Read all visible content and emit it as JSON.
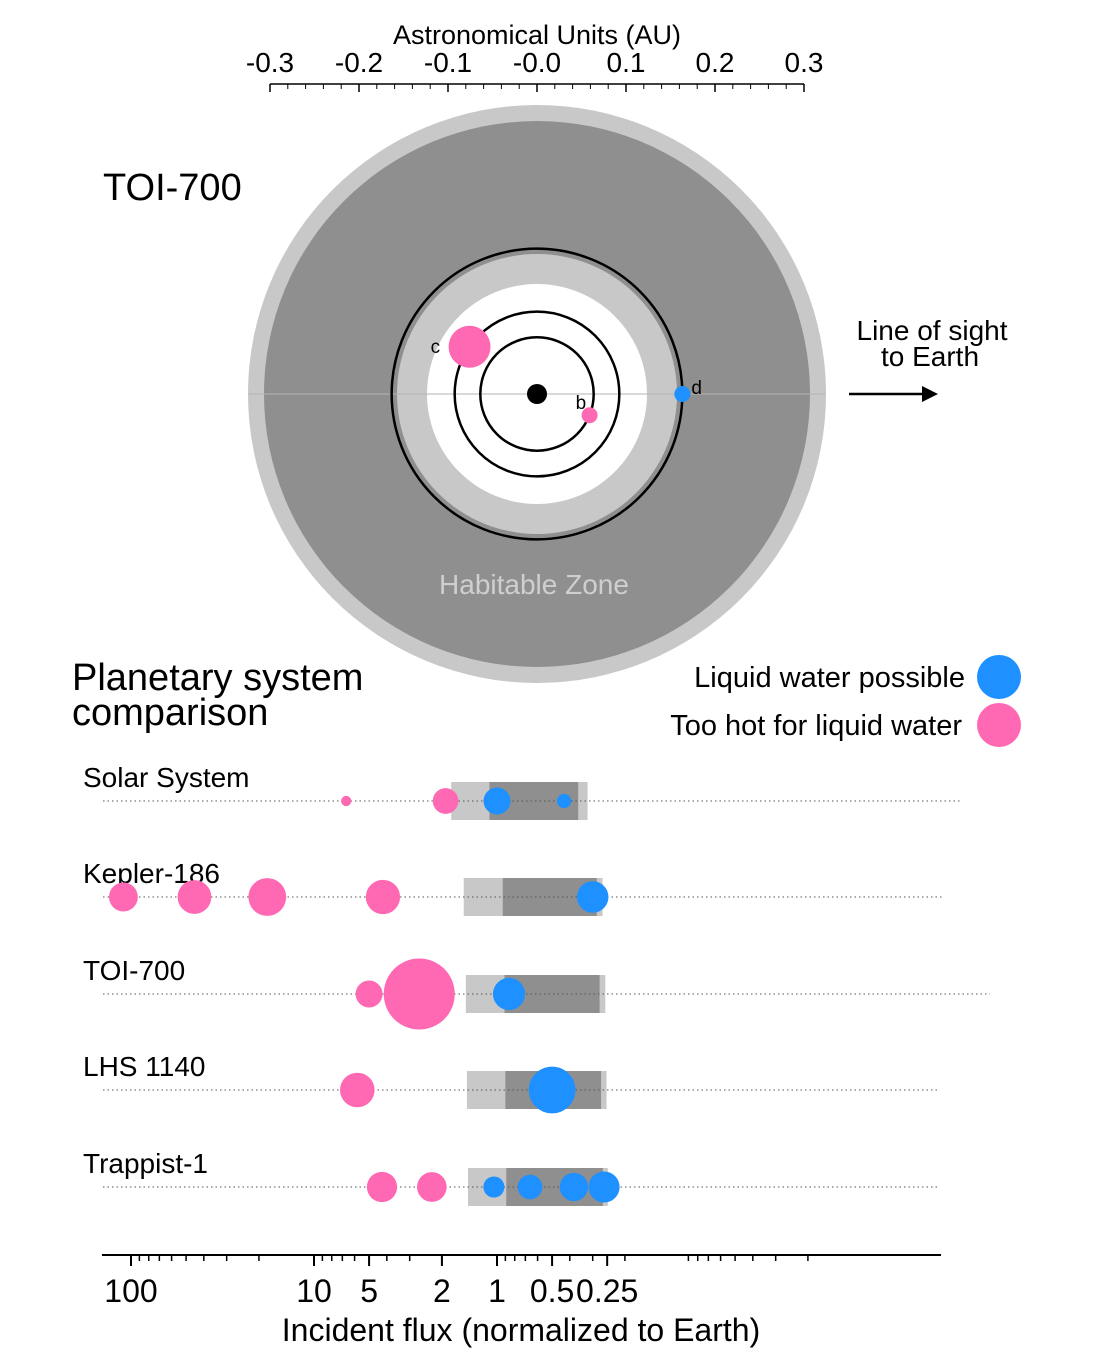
{
  "colors": {
    "water": "#1e90ff",
    "hot": "#ff69b4",
    "hz_outer": "#c8c8c8",
    "hz_core": "#8f8f8f",
    "hz_label": "#cfcfcf"
  },
  "top_axis": {
    "title": "Astronomical Units (AU)",
    "ticks": [
      {
        "value": -0.3,
        "label": "-0.3"
      },
      {
        "value": -0.2,
        "label": "-0.2"
      },
      {
        "value": -0.1,
        "label": "-0.1"
      },
      {
        "value": 0.0,
        "label": "-0.0"
      },
      {
        "value": 0.1,
        "label": "0.1"
      },
      {
        "value": 0.2,
        "label": "0.2"
      },
      {
        "value": 0.3,
        "label": "0.3"
      }
    ]
  },
  "orbit_diagram": {
    "title": "TOI-700",
    "habitable_zone_label": "Habitable Zone",
    "line_of_sight_label": [
      "Line of sight",
      "to Earth"
    ],
    "optimistic_hz_au": [
      0.105,
      0.325
    ],
    "conservative_hz_au": [
      0.143,
      0.307
    ],
    "planets": [
      {
        "name": "b",
        "orbit_au": 0.0637,
        "angle_deg": -22,
        "kind": "hot",
        "size": "small"
      },
      {
        "name": "c",
        "orbit_au": 0.0925,
        "angle_deg": 145,
        "kind": "hot",
        "size": "large"
      },
      {
        "name": "d",
        "orbit_au": 0.1633,
        "angle_deg": 0,
        "kind": "water",
        "size": "small"
      }
    ]
  },
  "comparison": {
    "title": [
      "Planetary system",
      "comparison"
    ],
    "legend": [
      {
        "label": "Liquid water possible",
        "kind": "water"
      },
      {
        "label": "Too hot for liquid water",
        "kind": "hot"
      }
    ],
    "x_axis": {
      "title": "Incident flux (normalized to Earth)",
      "scale": "log, decreasing to the right",
      "ticks": [
        {
          "value": 100,
          "label": "100"
        },
        {
          "value": 10,
          "label": "10"
        },
        {
          "value": 5,
          "label": "5"
        },
        {
          "value": 2,
          "label": "2"
        },
        {
          "value": 1,
          "label": "1"
        },
        {
          "value": 0.5,
          "label": "0.5"
        },
        {
          "value": 0.25,
          "label": "0.25"
        }
      ]
    }
  },
  "chart_data": {
    "type": "scatter",
    "x_scale": "log",
    "series": [
      {
        "name": "Solar System",
        "optimistic_hz_flux": [
          1.78,
          0.32
        ],
        "conservative_hz_flux": [
          1.1,
          0.36
        ],
        "planets": [
          {
            "flux": 6.67,
            "radius_earth": 0.38,
            "kind": "hot"
          },
          {
            "flux": 1.91,
            "radius_earth": 0.95,
            "kind": "hot"
          },
          {
            "flux": 1.0,
            "radius_earth": 1.0,
            "kind": "water"
          },
          {
            "flux": 0.43,
            "radius_earth": 0.53,
            "kind": "water"
          }
        ]
      },
      {
        "name": "Kepler-186",
        "optimistic_hz_flux": [
          1.52,
          0.265
        ],
        "conservative_hz_flux": [
          0.93,
          0.285
        ],
        "planets": [
          {
            "flux": 110,
            "radius_earth": 1.07,
            "kind": "hot"
          },
          {
            "flux": 45,
            "radius_earth": 1.25,
            "kind": "hot"
          },
          {
            "flux": 18,
            "radius_earth": 1.4,
            "kind": "hot"
          },
          {
            "flux": 4.2,
            "radius_earth": 1.27,
            "kind": "hot"
          },
          {
            "flux": 0.3,
            "radius_earth": 1.17,
            "kind": "water"
          }
        ]
      },
      {
        "name": "TOI-700",
        "optimistic_hz_flux": [
          1.48,
          0.256
        ],
        "conservative_hz_flux": [
          0.91,
          0.275
        ],
        "planets": [
          {
            "flux": 5.0,
            "radius_earth": 1.0,
            "kind": "hot"
          },
          {
            "flux": 2.66,
            "radius_earth": 2.63,
            "kind": "hot"
          },
          {
            "flux": 0.86,
            "radius_earth": 1.19,
            "kind": "water"
          }
        ]
      },
      {
        "name": "LHS 1140",
        "optimistic_hz_flux": [
          1.46,
          0.252
        ],
        "conservative_hz_flux": [
          0.9,
          0.27
        ],
        "planets": [
          {
            "flux": 5.8,
            "radius_earth": 1.28,
            "kind": "hot"
          },
          {
            "flux": 0.5,
            "radius_earth": 1.73,
            "kind": "water"
          }
        ]
      },
      {
        "name": "Trappist-1",
        "optimistic_hz_flux": [
          1.44,
          0.248
        ],
        "conservative_hz_flux": [
          0.89,
          0.264
        ],
        "planets": [
          {
            "flux": 4.25,
            "radius_earth": 1.12,
            "kind": "hot"
          },
          {
            "flux": 2.27,
            "radius_earth": 1.1,
            "kind": "hot"
          },
          {
            "flux": 1.04,
            "radius_earth": 0.78,
            "kind": "water"
          },
          {
            "flux": 0.66,
            "radius_earth": 0.91,
            "kind": "water"
          },
          {
            "flux": 0.38,
            "radius_earth": 1.05,
            "kind": "water"
          },
          {
            "flux": 0.26,
            "radius_earth": 1.15,
            "kind": "water"
          }
        ]
      }
    ]
  }
}
